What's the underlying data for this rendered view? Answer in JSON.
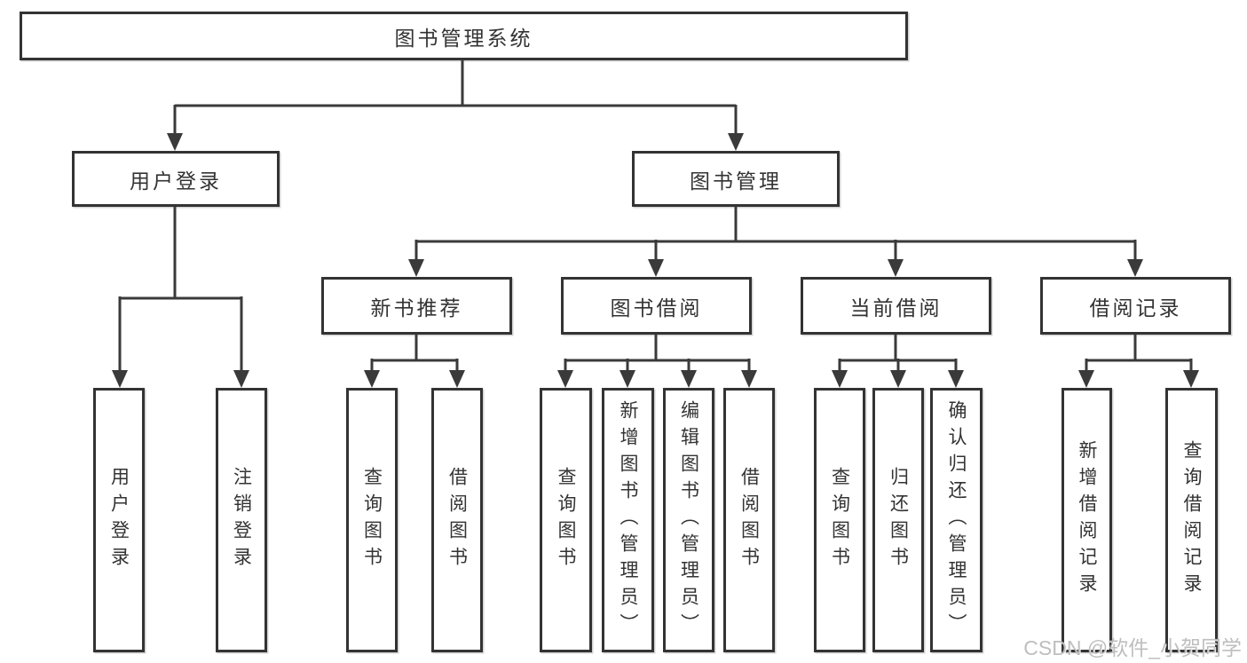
{
  "nodes": {
    "root": "图书管理系统",
    "user_login": "用户登录",
    "book_mgmt": "图书管理",
    "new_books": "新书推荐",
    "book_borrow": "图书借阅",
    "current_borrow": "当前借阅",
    "borrow_records": "借阅记录"
  },
  "leaves": {
    "user_login": [
      "用户登录",
      "注销登录"
    ],
    "new_books": [
      "查询图书",
      "借阅图书"
    ],
    "book_borrow": [
      "查询图书",
      "新增图书（管理员）",
      "编辑图书（管理员）",
      "借阅图书"
    ],
    "current_borrow": [
      "查询图书",
      "归还图书",
      "确认归还（管理员）"
    ],
    "borrow_records": [
      "新增借阅记录",
      "查询借阅记录"
    ]
  },
  "watermark": "CSDN @软件_小贺同学",
  "colors": {
    "box_border": "#333333",
    "connector": "#3a3a3a",
    "text": "#333333",
    "watermark": "#b9b9b9",
    "background": "#ffffff"
  }
}
